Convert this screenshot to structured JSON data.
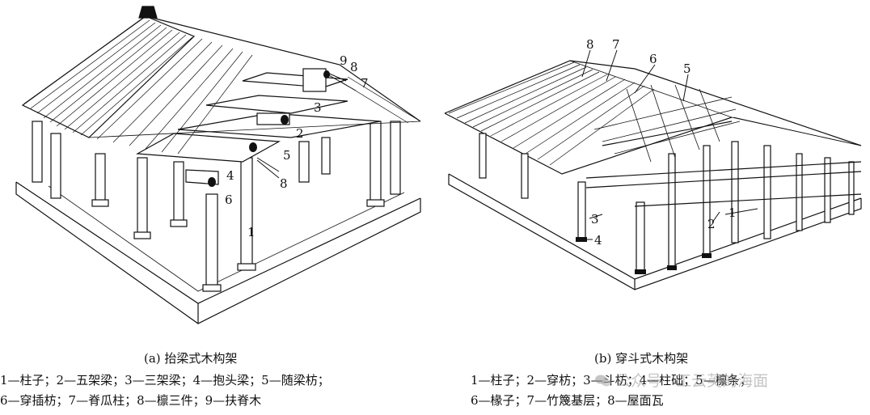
{
  "panel_a": {
    "caption": "(a) 抬梁式木构架",
    "labels": [
      "1",
      "2",
      "3",
      "4",
      "5",
      "6",
      "7",
      "8",
      "8",
      "9"
    ],
    "legend_line1": "1—柱子；2—五架梁；3—三架梁；4—抱头梁；5—随梁枋；",
    "legend_line2": "6—穿插枋；7—脊瓜柱；8—檩三件；9—扶脊木"
  },
  "panel_b": {
    "caption": "(b) 穿斗式木构架",
    "labels": [
      "1",
      "2",
      "3",
      "4",
      "5",
      "6",
      "7",
      "8"
    ],
    "legend_line1": "1—柱子；2—穿枋；3—斗枋；4—柱础；5—檩条；",
    "legend_line2": "6—椽子；7—竹篾基层；8—屋面瓦"
  },
  "watermark": {
    "text": "公众号 · 工云英的海面",
    "icon": "wechat-icon"
  },
  "colors": {
    "ink": "#111111",
    "background": "#ffffff"
  }
}
